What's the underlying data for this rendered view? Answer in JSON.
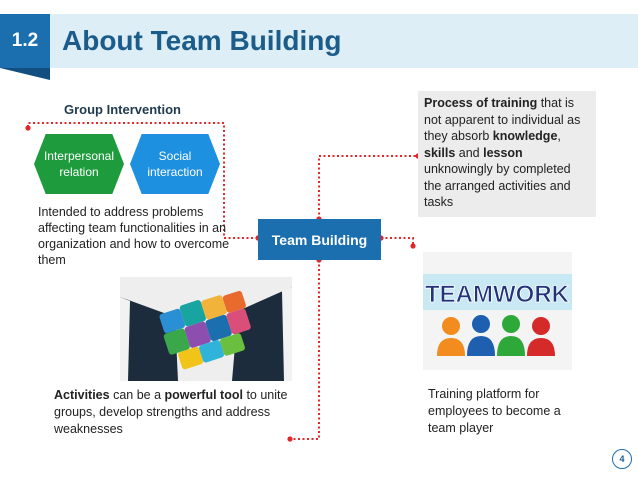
{
  "header": {
    "section_number": "1.2",
    "title": "About Team Building"
  },
  "left": {
    "group_label": "Group Intervention",
    "hex1_line1": "Interpersonal",
    "hex1_line2": "relation",
    "hex2_line1": "Social",
    "hex2_line2": "interaction",
    "intended_text": "Intended to address problems affecting team functionalities in an organization and how to overcome them"
  },
  "center": {
    "label": "Team Building"
  },
  "right": {
    "p1_bold": "Process of training",
    "p1_rest": " that is not apparent to individual as they absorb ",
    "p1_bold2": "knowledge",
    "p1_comma": ", ",
    "p1_bold3": "skills",
    "p1_and": " and ",
    "p1_bold4": "lesson",
    "p1_end": " unknowingly by completed the arranged activities and tasks"
  },
  "bottom_left": {
    "b1": "Activities",
    "t1": " can be a ",
    "b2": "powerful tool",
    "t2": " to unite groups, develop strengths and address weaknesses"
  },
  "bottom_right": {
    "text": "Training platform for employees to become a team player"
  },
  "images": {
    "teamwork_word": "TEAMWORK"
  },
  "footer": {
    "page": "4"
  }
}
